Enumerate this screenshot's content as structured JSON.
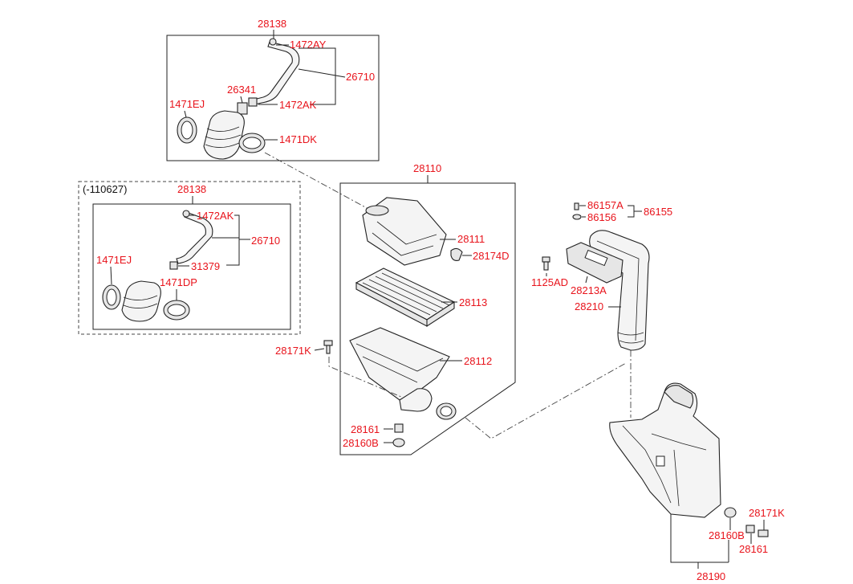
{
  "colors": {
    "label": "#e8141c",
    "line": "#222222",
    "background": "#ffffff"
  },
  "top_group": {
    "ref": "28138",
    "labels": {
      "p1472AY": "1472AY",
      "p26710": "26710",
      "p26341": "26341",
      "p1471EJ": "1471EJ",
      "p1472AK": "1472AK",
      "p1471DK": "1471DK"
    }
  },
  "alt_group": {
    "note": "(-110627)",
    "ref": "28138",
    "labels": {
      "p1472AK": "1472AK",
      "p26710": "26710",
      "p1471EJ": "1471EJ",
      "p31379": "31379",
      "p1471DP": "1471DP"
    }
  },
  "center_group": {
    "ref": "28110",
    "labels": {
      "p28111": "28111",
      "p28174D": "28174D",
      "p28113": "28113",
      "p28171K": "28171K",
      "p28112": "28112",
      "p28161": "28161",
      "p28160B": "28160B"
    }
  },
  "right_upper": {
    "labels": {
      "p86157A": "86157A",
      "p86156": "86156",
      "p86155": "86155",
      "p1125AD": "1125AD",
      "p28213A": "28213A",
      "p28210": "28210"
    }
  },
  "right_lower": {
    "labels": {
      "p28171K": "28171K",
      "p28160B": "28160B",
      "p28161": "28161",
      "p28190": "28190"
    }
  }
}
